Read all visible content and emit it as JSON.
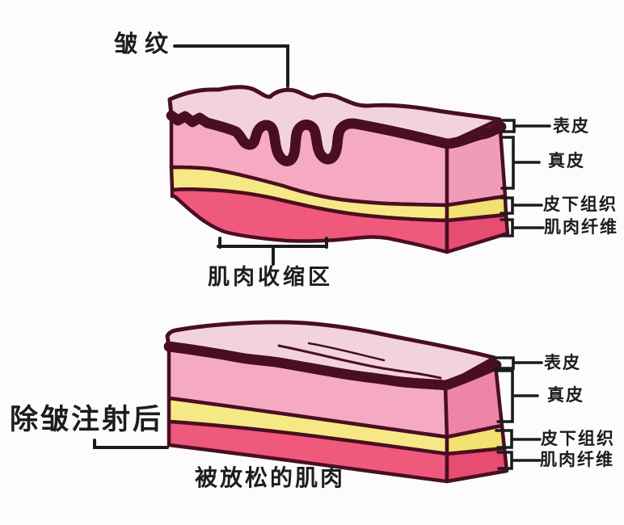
{
  "colors": {
    "background": "#fdfcfc",
    "outline": "#4a0e22",
    "line": "#1c1c1c",
    "text": "#1d1d1d",
    "top_face": "#f3d2e0",
    "dermis": "#f6aac2",
    "dermis_side_top": "#f09cb8",
    "dermis_side_bottom": "#ee85a6",
    "epidermis": "#c8607f",
    "epidermis_light": "#f3d3de",
    "subcutaneous": "#f6e985",
    "subcutaneous_side": "#f2e071",
    "muscle": "#ef597c",
    "muscle_side": "#e64d70"
  },
  "top_diagram": {
    "wrinkle_label": "皱纹",
    "contraction_label": "肌肉收缩区",
    "layers": [
      "表皮",
      "真皮",
      "皮下组织",
      "肌肉纤维"
    ]
  },
  "bottom_diagram": {
    "caption": "除皱注射后",
    "relaxed_label": "被放松的肌肉",
    "layers": [
      "表皮",
      "真皮",
      "皮下组织",
      "肌肉纤维"
    ]
  }
}
